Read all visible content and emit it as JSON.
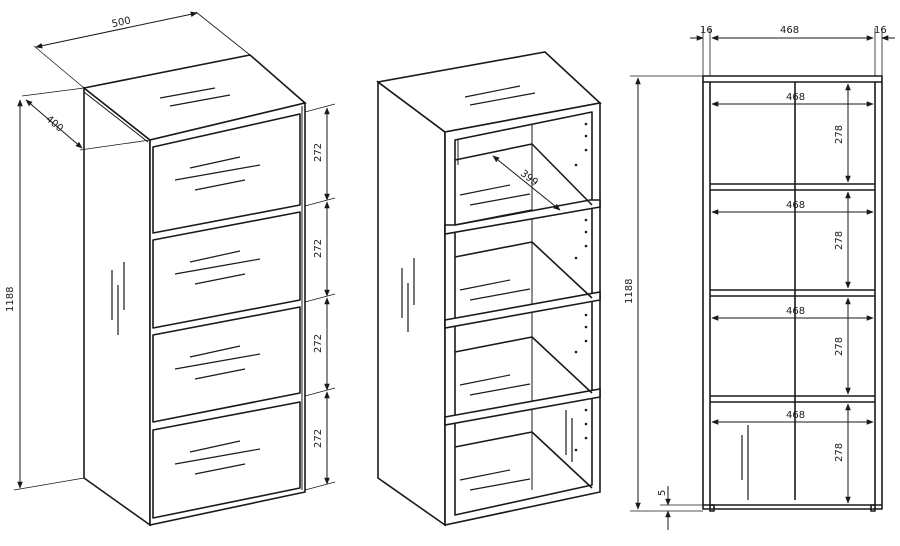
{
  "views": {
    "closed": {
      "width_dim": "500",
      "depth_dim": "400",
      "height_dim": "1188",
      "compartment_dims": [
        "272",
        "272",
        "272",
        "272"
      ]
    },
    "open": {
      "shelf_depth_dim": "399"
    },
    "front": {
      "side_left_dim": "16",
      "inner_width_dim": "468",
      "side_right_dim": "16",
      "height_dim": "1188",
      "shelf_width_dims": [
        "468",
        "468",
        "468",
        "468"
      ],
      "compartment_height_dims": [
        "278",
        "278",
        "278",
        "278"
      ],
      "plinth_dim": "5"
    }
  }
}
